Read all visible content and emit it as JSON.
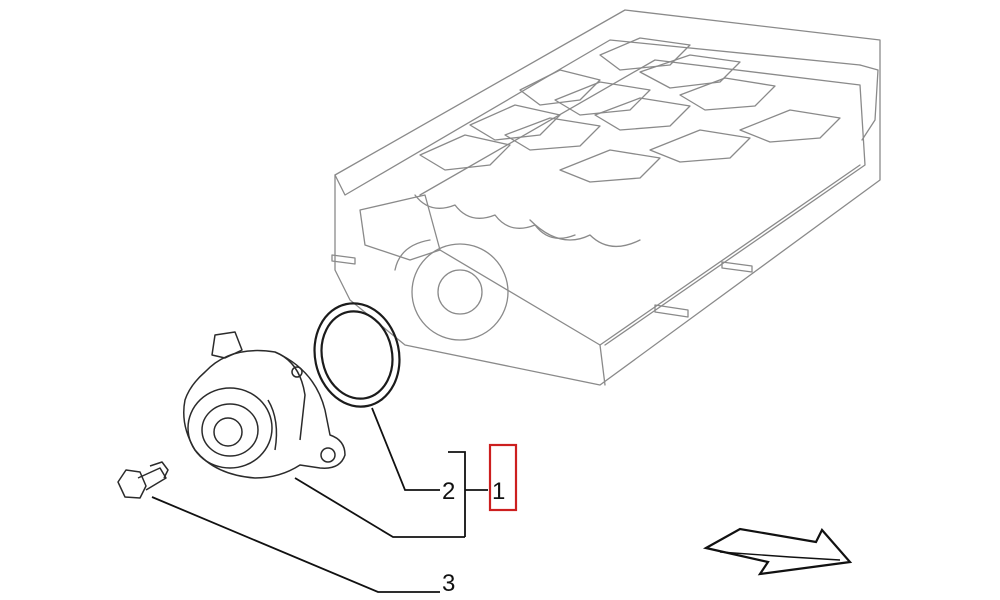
{
  "callouts": [
    {
      "id": "1",
      "text": "1",
      "highlighted": true
    },
    {
      "id": "2",
      "text": "2"
    },
    {
      "id": "3",
      "text": "3"
    }
  ],
  "colors": {
    "highlight": "#cc1f1f",
    "line": "#111111",
    "drawing": "#8a8a8a"
  },
  "icons": {
    "direction_arrow": "arrow-right-icon"
  }
}
